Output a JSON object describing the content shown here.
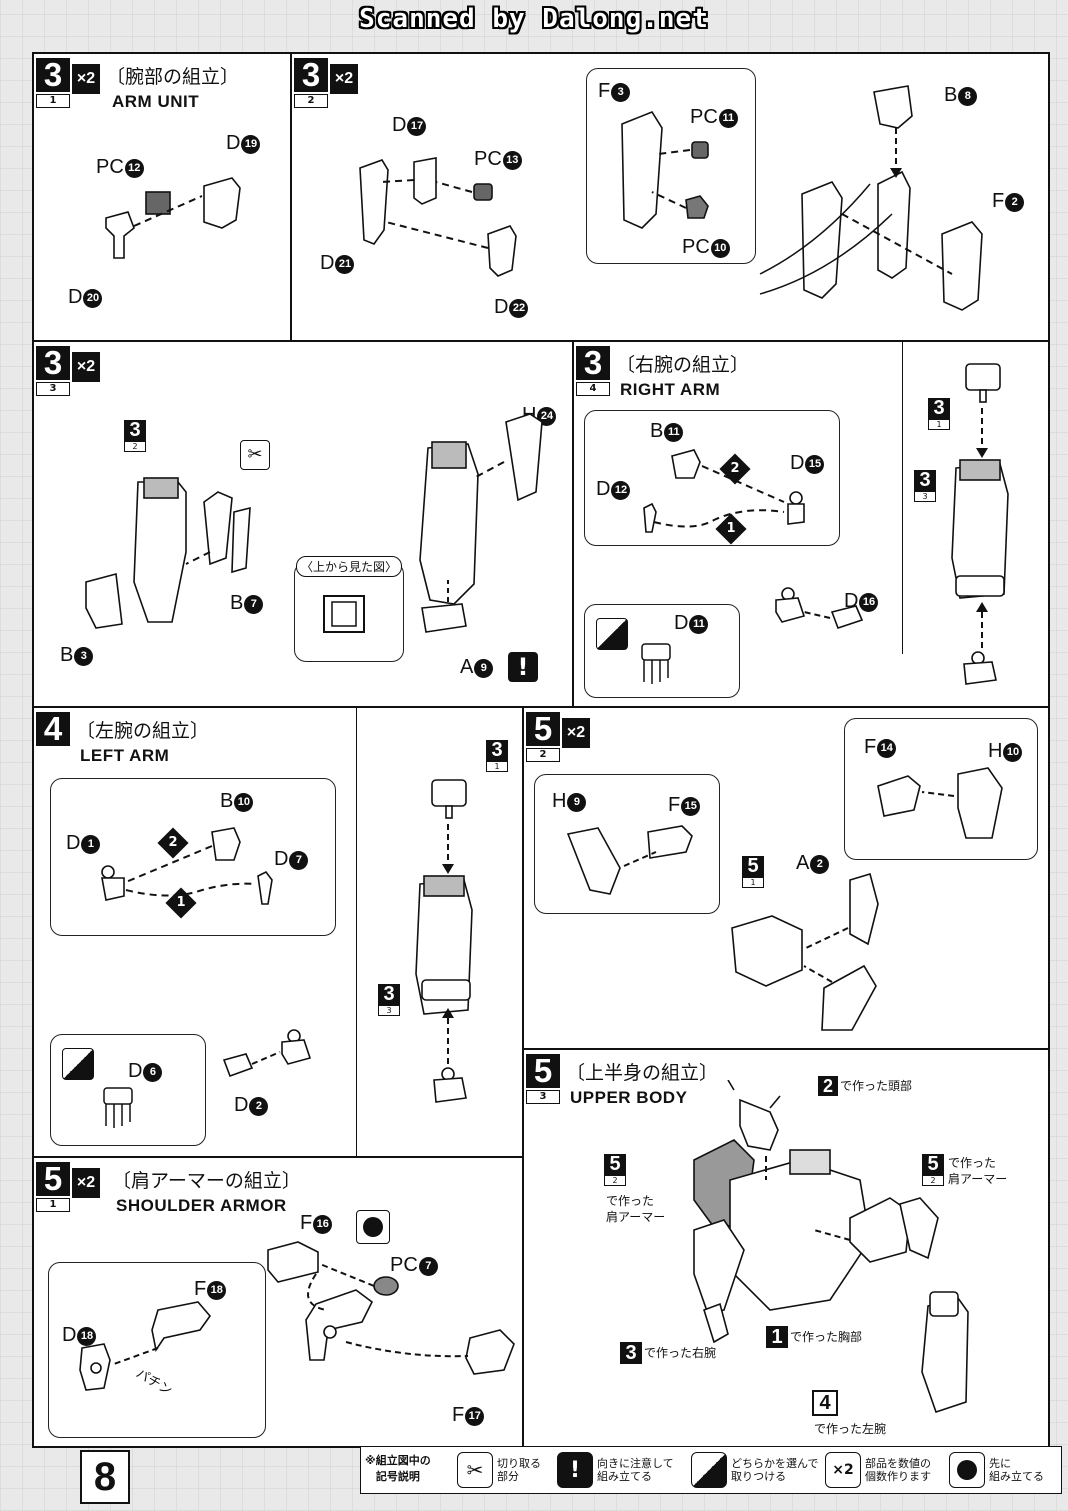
{
  "scanner": "Scanned by Dalong.net",
  "page_number": "8",
  "s3_1": {
    "num": "3",
    "sub": "1",
    "mult": "×2",
    "title_jp": "〔腕部の組立〕",
    "title_en": "ARM UNIT",
    "parts": {
      "pc12": "PC",
      "pc12n": "12",
      "d19": "D",
      "d19n": "19",
      "d20": "D",
      "d20n": "20"
    }
  },
  "s3_2": {
    "num": "3",
    "sub": "2",
    "mult": "×2",
    "parts": {
      "d17": "D",
      "d17n": "17",
      "pc13": "PC",
      "pc13n": "13",
      "d21": "D",
      "d21n": "21",
      "d22": "D",
      "d22n": "22",
      "f3": "F",
      "f3n": "3",
      "pc11": "PC",
      "pc11n": "11",
      "pc10": "PC",
      "pc10n": "10",
      "b8": "B",
      "b8n": "8",
      "f2": "F",
      "f2n": "2"
    }
  },
  "s3_3": {
    "num": "3",
    "sub": "3",
    "mult": "×2",
    "ref_num": "3",
    "ref_sub": "2",
    "view_note": "〈上から見た図〉",
    "parts": {
      "b7": "B",
      "b7n": "7",
      "b3": "B",
      "b3n": "3",
      "h24": "H",
      "h24n": "24",
      "a9": "A",
      "a9n": "9"
    },
    "warn": "!"
  },
  "s3_4": {
    "num": "3",
    "sub": "4",
    "title_jp": "〔右腕の組立〕",
    "title_en": "RIGHT ARM",
    "ref_top_num": "3",
    "ref_top_sub": "1",
    "ref_mid_num": "3",
    "ref_mid_sub": "3",
    "parts": {
      "b11": "B",
      "b11n": "11",
      "d15": "D",
      "d15n": "15",
      "d12": "D",
      "d12n": "12",
      "d16": "D",
      "d16n": "16",
      "d11": "D",
      "d11n": "11"
    },
    "step1": "1",
    "step2": "2"
  },
  "s4": {
    "num": "4",
    "title_jp": "〔左腕の組立〕",
    "title_en": "LEFT ARM",
    "ref_top_num": "3",
    "ref_top_sub": "1",
    "ref_mid_num": "3",
    "ref_mid_sub": "3",
    "parts": {
      "b10": "B",
      "b10n": "10",
      "d1": "D",
      "d1n": "1",
      "d7": "D",
      "d7n": "7",
      "d6": "D",
      "d6n": "6",
      "d2": "D",
      "d2n": "2"
    },
    "step1": "1",
    "step2": "2"
  },
  "s5_2": {
    "num": "5",
    "sub": "2",
    "mult": "×2",
    "ref_num": "5",
    "ref_sub": "1",
    "parts": {
      "h9": "H",
      "h9n": "9",
      "f15": "F",
      "f15n": "15",
      "f14": "F",
      "f14n": "14",
      "h10": "H",
      "h10n": "10",
      "a2": "A",
      "a2n": "2"
    }
  },
  "s5_1": {
    "num": "5",
    "sub": "1",
    "mult": "×2",
    "title_jp": "〔肩アーマーの組立〕",
    "title_en": "SHOULDER ARMOR",
    "parts": {
      "f16": "F",
      "f16n": "16",
      "pc7": "PC",
      "pc7n": "7",
      "f18": "F",
      "f18n": "18",
      "d18": "D",
      "d18n": "18",
      "f17": "F",
      "f17n": "17"
    },
    "snap": "パチン"
  },
  "s5_3": {
    "num": "5",
    "sub": "3",
    "title_jp": "〔上半身の組立〕",
    "title_en": "UPPER BODY",
    "head_num": "2",
    "head_text": "で作った頭部",
    "shoulder_l_num": "5",
    "shoulder_l_sub": "2",
    "shoulder_l_text1": "で作った",
    "shoulder_l_text2": "肩アーマー",
    "shoulder_r_num": "5",
    "shoulder_r_sub": "2",
    "shoulder_r_text1": "で作った",
    "shoulder_r_text2": "肩アーマー",
    "rarm_num": "3",
    "rarm_text": "で作った右腕",
    "chest_num": "1",
    "chest_text": "で作った胸部",
    "larm_num": "4",
    "larm_text": "で作った左腕"
  },
  "legend": {
    "heading1": "※組立図中の",
    "heading2": "記号説明",
    "items": [
      {
        "l1": "切り取る",
        "l2": "部分"
      },
      {
        "l1": "向きに注意して",
        "l2": "組み立てる"
      },
      {
        "l1": "どちらかを選んで",
        "l2": "取りつける"
      },
      {
        "l1": "部品を数値の",
        "l2": "個数作ります"
      },
      {
        "l1": "先に",
        "l2": "組み立てる"
      }
    ],
    "x2": "×2",
    "warn": "!"
  }
}
